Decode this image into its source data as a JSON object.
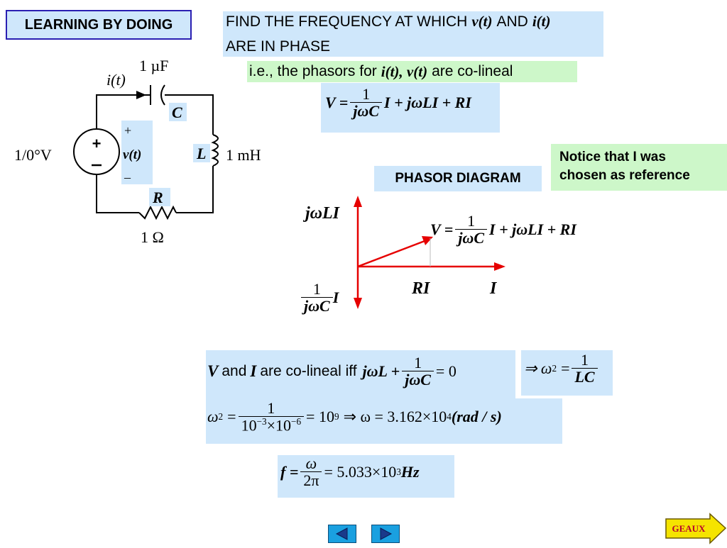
{
  "header": {
    "badge": "LEARNING BY DOING"
  },
  "problem": {
    "line1_prefix": "FIND THE FREQUENCY AT WHICH",
    "v_of_t": "v(t)",
    "and_word": "AND",
    "i_of_t": "i(t)",
    "line2": "ARE IN PHASE",
    "hint_prefix": "i.e., the phasors for",
    "hint_vars": "i(t), v(t)",
    "hint_suffix": "are co-lineal"
  },
  "circuit": {
    "current_label": "i(t)",
    "source_label": "1/0°V",
    "capacitor_value": "1 µF",
    "capacitor_name": "C",
    "inductor_value": "1 mH",
    "inductor_name": "L",
    "resistor_value": "1 Ω",
    "resistor_name": "R",
    "voltage_plus": "+",
    "voltage_label": "v(t)",
    "voltage_minus": "–"
  },
  "kvl": {
    "lhs": "V =",
    "num": "1",
    "den": "jωC",
    "rhs": "I + jωLI + RI"
  },
  "notice": {
    "line1": "Notice that I was",
    "line2": "chosen as reference"
  },
  "phasor_diagram": {
    "title": "PHASOR DIAGRAM",
    "jwli_label": "jωLI",
    "cap_num": "1",
    "cap_den": "jωC",
    "cap_tail": "I",
    "ri_label": "RI",
    "i_label": "I",
    "v_lhs": "V =",
    "v_num": "1",
    "v_den": "jωC",
    "v_rhs": "I + jωLI + RI",
    "arrow_color": "#e60000"
  },
  "condition": {
    "v_var": "V",
    "and_word": "and",
    "i_var": "I",
    "text": "are co-lineal iff",
    "lhs": "jωL +",
    "num": "1",
    "den": "jωC",
    "rhs": "= 0"
  },
  "implication": {
    "lhs": "⇒ ω",
    "exp": "2",
    "eq": "=",
    "num": "1",
    "den": "LC"
  },
  "omega_calc": {
    "lhs": "ω",
    "lhs_exp": "2",
    "eq": "=",
    "num": "1",
    "den_a": "10",
    "den_a_exp": "−3",
    "den_times": "×10",
    "den_b_exp": "−6",
    "mid": "= 10",
    "mid_exp": "9",
    "result": "⇒ ω = 3.162×10",
    "result_exp": "4",
    "unit": "(rad / s)"
  },
  "frequency": {
    "lhs": "f =",
    "num": "ω",
    "den": "2π",
    "rhs": "= 5.033×10",
    "rhs_exp": "3",
    "unit": "Hz"
  },
  "nav": {
    "geaux_label": "GEAUX"
  },
  "colors": {
    "blue_box": "#cfe7fb",
    "green_box": "#cdf7c9",
    "nav_blue": "#1aa0e0",
    "geaux_yellow": "#f5e400"
  }
}
